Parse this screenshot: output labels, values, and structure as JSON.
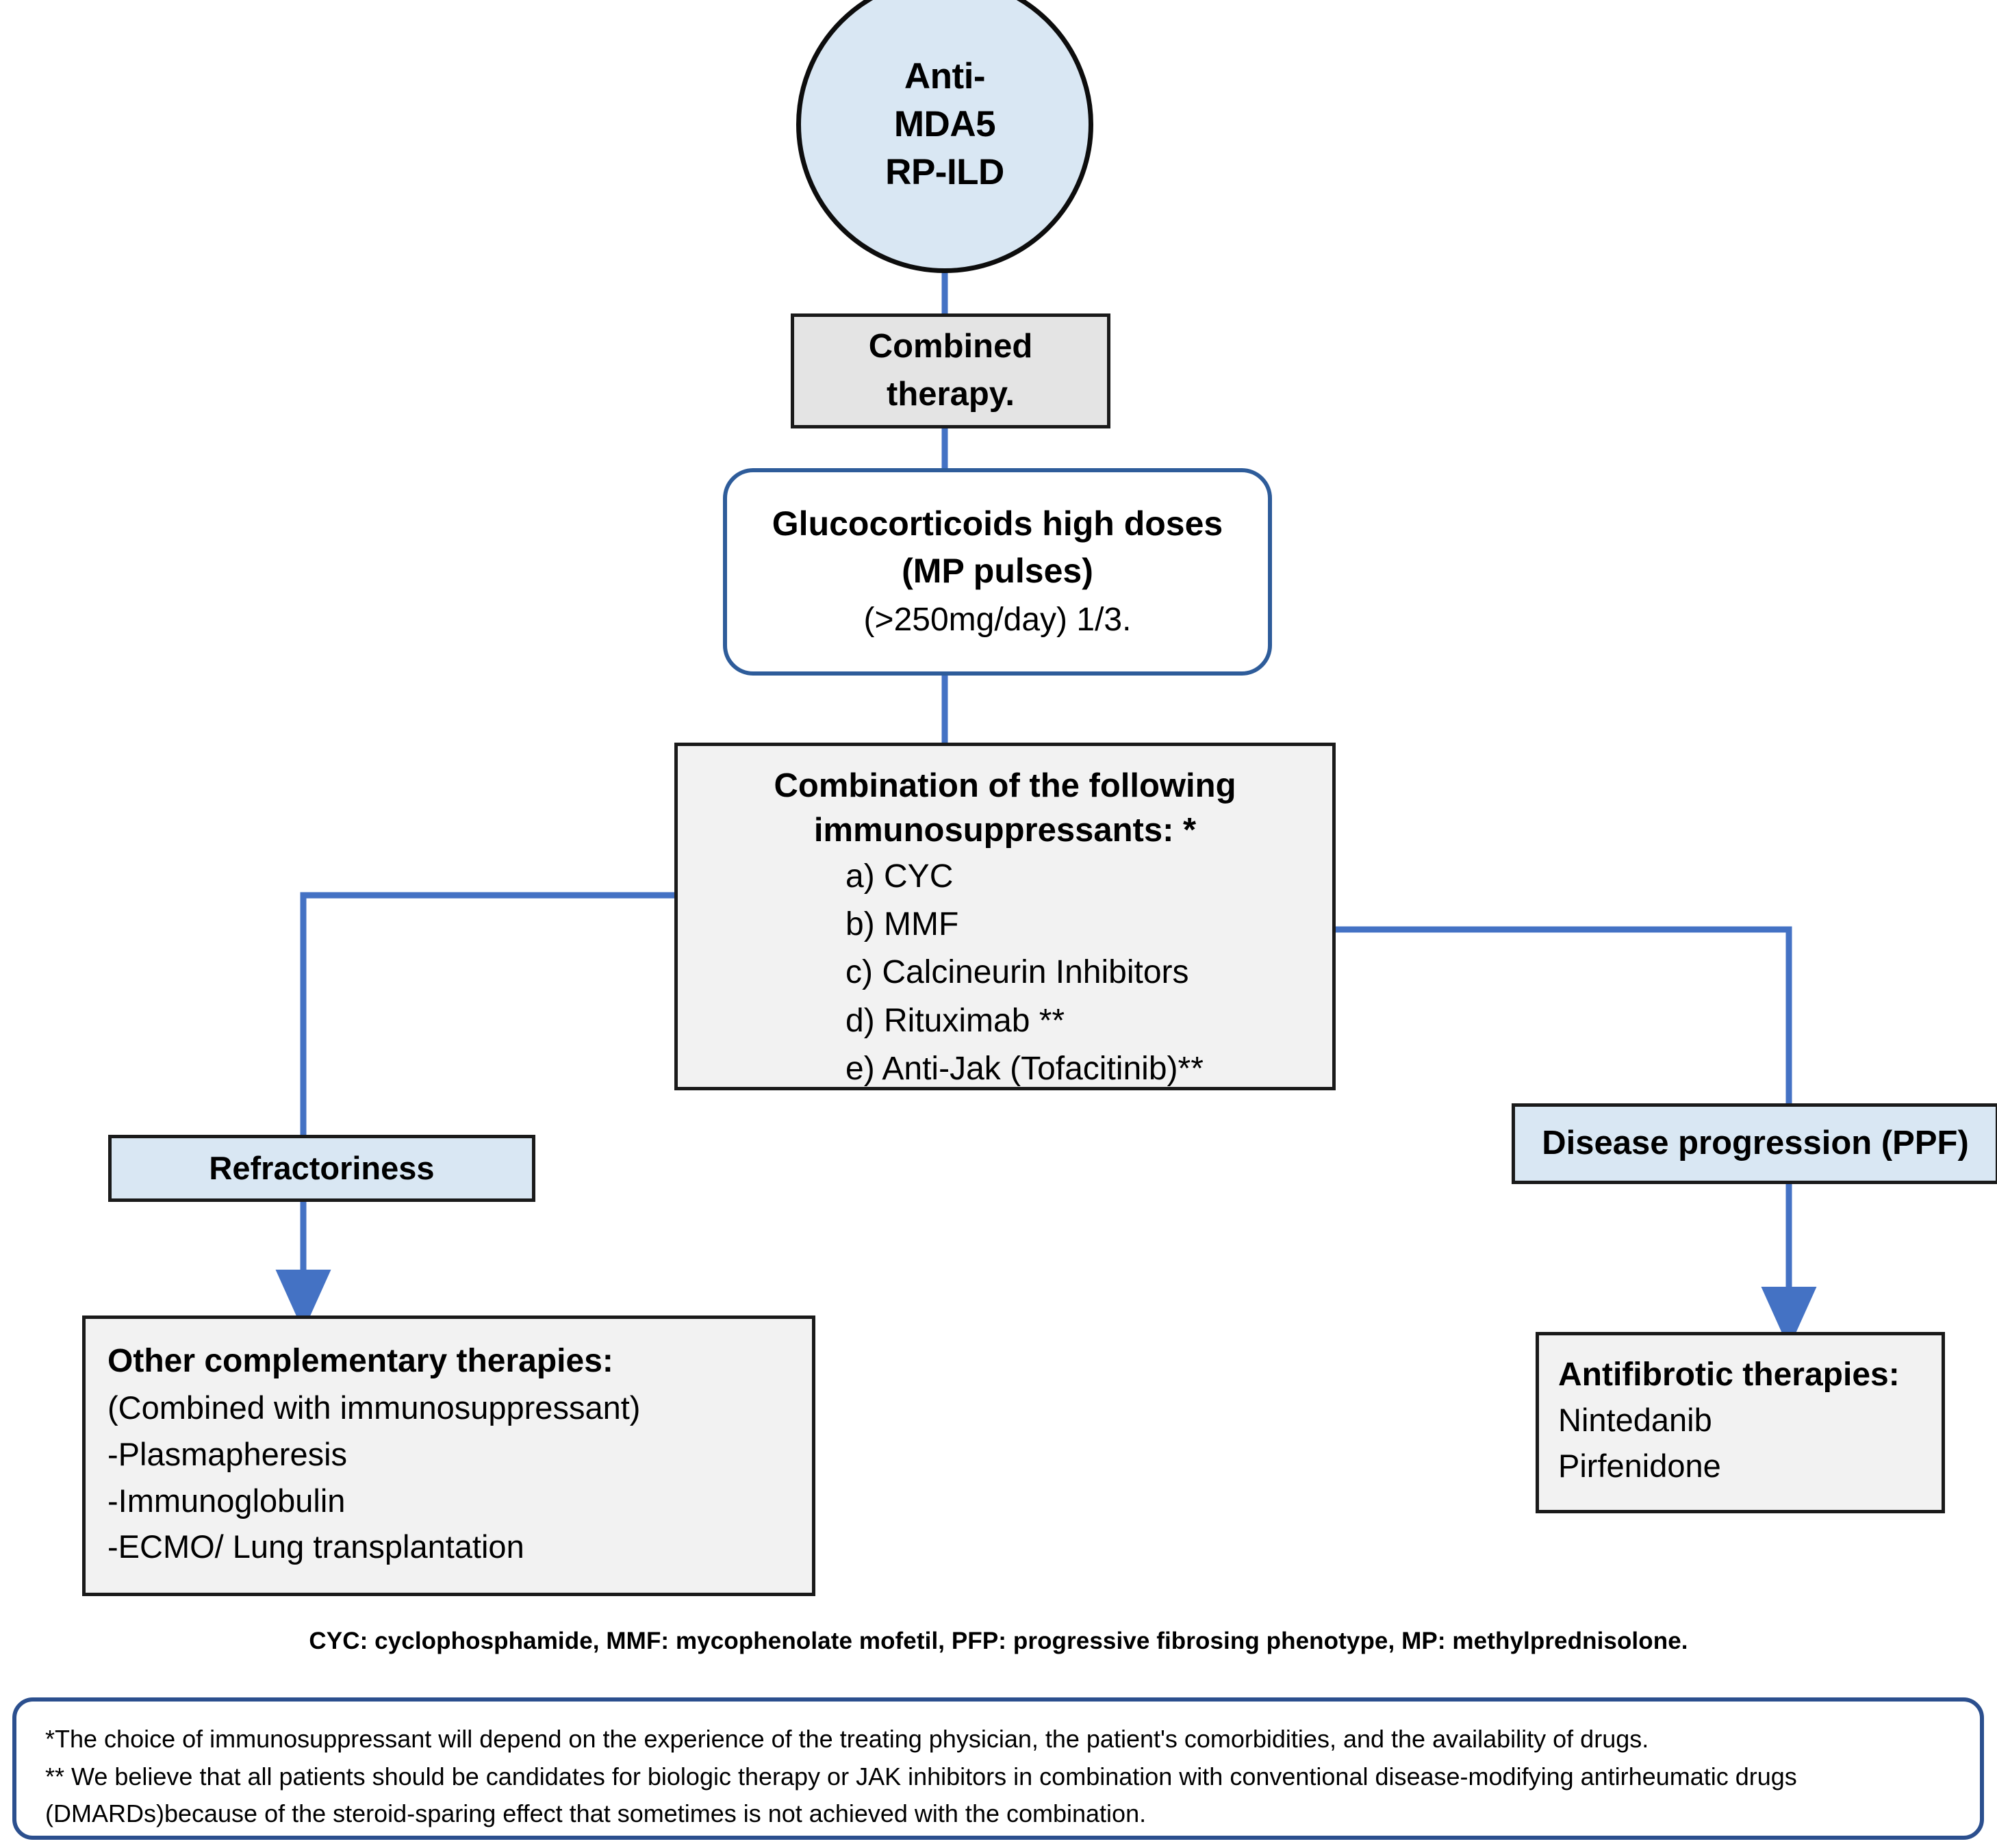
{
  "diagram": {
    "title": "Anti-MDA5 RP-ILD combined therapy algorithm",
    "colors": {
      "node_blue_fill": "#d9e7f3",
      "node_gray_fill": "#e4e4e4",
      "node_lightgray_fill": "#f2f2f2",
      "connector_blue": "#4472c4",
      "border_blue": "#2e5c9a",
      "border_black": "#1a1a1a",
      "footnote_border": "#2b4f8e"
    }
  },
  "start": {
    "line1": "Anti-",
    "line2": "MDA5",
    "line3": "RP-ILD"
  },
  "combined": {
    "line1": "Combined",
    "line2": "therapy."
  },
  "glucocorticoids": {
    "line1": "Glucocorticoids high doses",
    "line2": "(MP pulses)",
    "line3": "(>250mg/day) 1/3."
  },
  "immunosuppressants": {
    "heading_line1": "Combination of the following",
    "heading_line2": "immunosuppressants: *",
    "options": [
      "a) CYC",
      "b) MMF",
      "c) Calcineurin Inhibitors",
      "d) Rituximab **",
      "e) Anti-Jak (Tofacitinib)**"
    ]
  },
  "refractoriness": {
    "label": "Refractoriness"
  },
  "disease_progression": {
    "label": "Disease progression (PPF)"
  },
  "complementary": {
    "heading": "Other complementary therapies:",
    "items": [
      "(Combined with immunosuppressant)",
      "-Plasmapheresis",
      "-Immunoglobulin",
      "-ECMO/ Lung transplantation"
    ]
  },
  "antifibrotic": {
    "heading": "Antifibrotic therapies:",
    "items": [
      "Nintedanib",
      "Pirfenidone"
    ]
  },
  "legend": {
    "text": "CYC: cyclophosphamide, MMF: mycophenolate mofetil, PFP: progressive fibrosing phenotype, MP: methylprednisolone."
  },
  "footnotes": {
    "line1": "*The choice of immunosuppressant will depend on the experience of the treating physician, the patient's comorbidities, and the availability of drugs.",
    "line2": "** We believe that all patients should be candidates for biologic therapy or JAK inhibitors in combination with conventional disease-modifying antirheumatic drugs",
    "line3": "(DMARDs)because of the steroid-sparing effect that sometimes is not achieved with the combination."
  }
}
